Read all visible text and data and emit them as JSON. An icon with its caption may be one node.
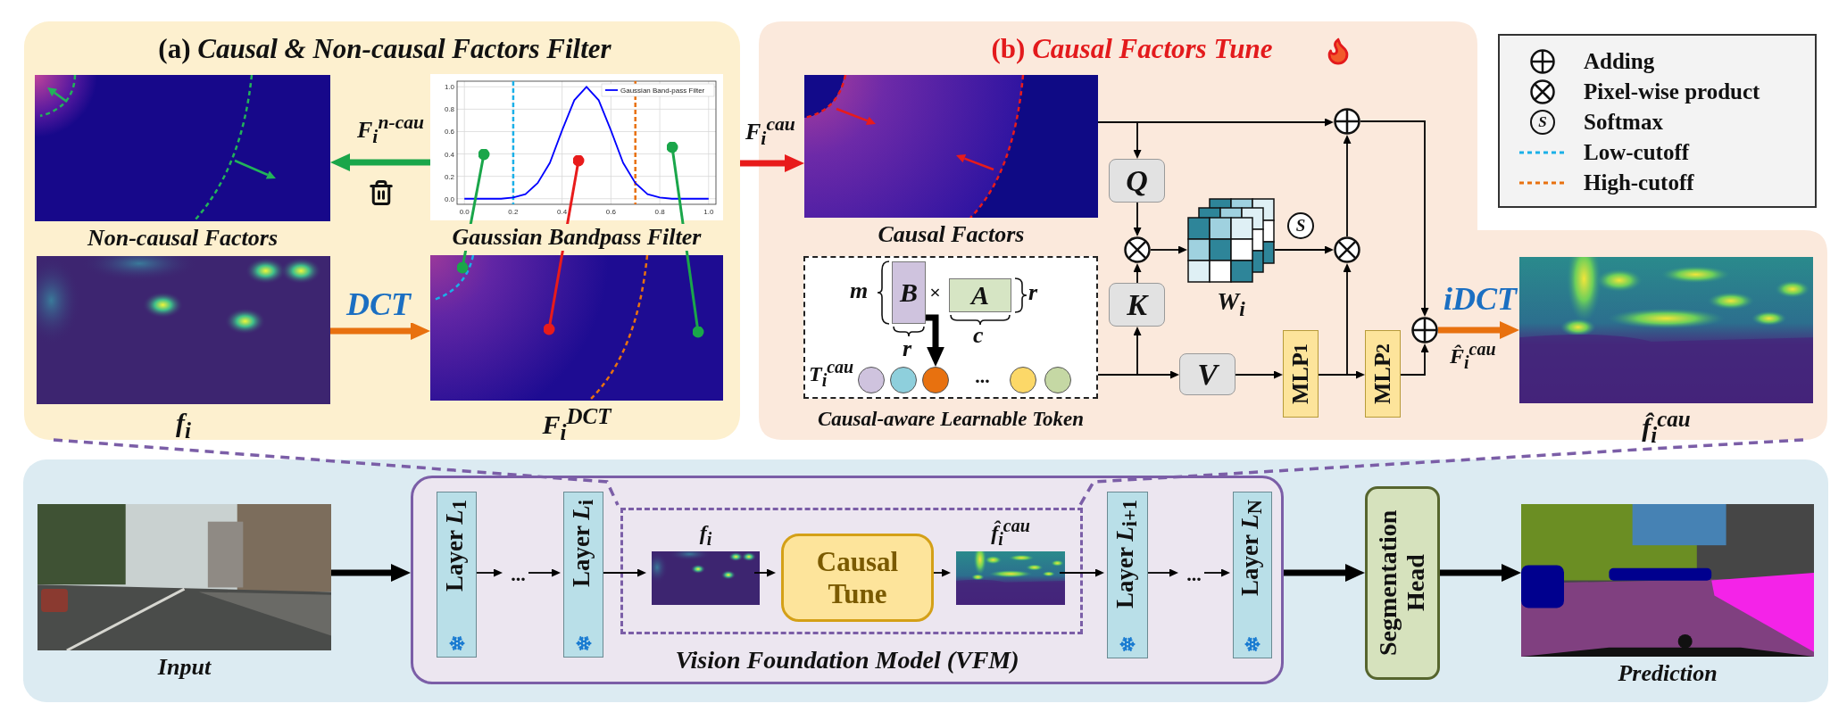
{
  "diagram": {
    "nodes": [
      {
        "text": [
          "(a) *Causal & Non-causal Factors Filter*"
        ]
      },
      {
        "text": [
          "Non-causal Factors"
        ],
        "in": 0
      },
      {
        "text": [
          "Gaussian Bandpass Filter"
        ],
        "in": 0
      },
      {
        "text": [
          "f$_{i}$"
        ],
        "in": 0
      },
      {
        "text": [
          "F$_{i}$$^{DCT}$"
        ],
        "in": 0
      },
      {
        "text": [
          "(b) *Causal Factors Tune*"
        ]
      },
      {
        "text": [
          "Causal Factors"
        ],
        "in": 5
      },
      {
        "text": [
          "Causal-aware Learnable Token"
        ],
        "in": 5
      },
      {
        "text": [
          "B"
        ],
        "in": 7
      },
      {
        "text": [
          "A"
        ],
        "in": 7
      },
      {
        "text": [],
        "shape": "circle",
        "in": 7
      },
      {
        "text": [],
        "shape": "circle",
        "in": 7
      },
      {
        "text": [],
        "shape": "circle",
        "in": 7
      },
      {
        "text": [],
        "shape": "circle",
        "in": 7
      },
      {
        "text": [],
        "shape": "circle",
        "in": 7
      },
      {
        "text": [
          "Q"
        ],
        "in": 5
      },
      {
        "text": [
          "K"
        ],
        "in": 5
      },
      {
        "text": [],
        "shape": "circle",
        "in": 5
      },
      {
        "text": [
          "W$_{i}$"
        ],
        "in": 5
      },
      {
        "text": [
          "S"
        ],
        "in": 5
      },
      {
        "text": [],
        "shape": "circle",
        "in": 5
      },
      {
        "text": [],
        "shape": "circle",
        "in": 5
      },
      {
        "text": [
          "V"
        ],
        "in": 5
      },
      {
        "text": [
          "MLP$_{1}$"
        ],
        "in": 5
      },
      {
        "text": [
          "MLP$_{2}$"
        ],
        "in": 5
      },
      {
        "text": [],
        "shape": "circle",
        "in": 5
      },
      {
        "text": [
          "f̂$_{i}$$^{cau}$"
        ],
        "in": 5
      },
      {
        "text": [],
        "shape": "box"
      },
      {
        "text": [
          "Input"
        ],
        "in": 27
      },
      {
        "text": [
          "Vision Foundation Model (VFM)"
        ],
        "in": 27
      },
      {
        "text": [
          "Layer *L*$_{1}$"
        ],
        "in": 29
      },
      {
        "text": [
          "..."
        ],
        "in": 29
      },
      {
        "text": [
          "Layer *L*$_{i}$"
        ],
        "in": 29
      },
      {
        "text": [],
        "shape": "box",
        "in": 29
      },
      {
        "text": [
          "f$_{i}$"
        ],
        "in": 33
      },
      {
        "text": [
          "Causal Tune"
        ],
        "in": 33
      },
      {
        "text": [
          "f̂$_{i}$$^{cau}$"
        ],
        "in": 33
      },
      {
        "text": [
          "Layer *L*$_{i+1}$"
        ],
        "in": 29
      },
      {
        "text": [
          "..."
        ],
        "in": 29
      },
      {
        "text": [
          "Layer *L*$_{N}$"
        ],
        "in": 29
      },
      {
        "text": [
          "Segmentation Head"
        ],
        "in": 27
      },
      {
        "text": [
          "Prediction"
        ],
        "in": 27
      }
    ],
    "edges": [
      {
        "from": 2,
        "to": 1,
        "arrow": "to",
        "label": "F$_{i}$$^{n-cau}$",
        "style": "thick",
        "color": "#1aa64a"
      },
      {
        "from": 3,
        "to": 4,
        "arrow": "to",
        "label": "DCT",
        "style": "thick",
        "color": "#e8710f"
      },
      {
        "from": 2,
        "to": 4,
        "arrow": "other",
        "color": "#1aa64a"
      },
      {
        "from": 2,
        "to": 4,
        "arrow": "other",
        "color": "#e81b1b"
      },
      {
        "from": 2,
        "to": 4,
        "arrow": "other",
        "color": "#1aa64a"
      },
      {
        "from": 0,
        "to": 6,
        "arrow": "to",
        "label": "F$_{i}$$^{cau}$",
        "style": "thick",
        "color": "#e81b1b"
      },
      {
        "from": 6,
        "to": 21,
        "arrow": "to"
      },
      {
        "from": 6,
        "to": 15,
        "arrow": "to"
      },
      {
        "from": 15,
        "to": 17,
        "arrow": "to"
      },
      {
        "from": 16,
        "to": 17,
        "arrow": "to"
      },
      {
        "from": 17,
        "to": 18,
        "arrow": "to"
      },
      {
        "from": 18,
        "to": 20,
        "arrow": "to"
      },
      {
        "from": 7,
        "to": 16,
        "arrow": "to"
      },
      {
        "from": 7,
        "to": 22,
        "arrow": "to"
      },
      {
        "from": 22,
        "to": 23,
        "arrow": "to"
      },
      {
        "from": 23,
        "to": 20,
        "arrow": "to"
      },
      {
        "from": 23,
        "to": 24,
        "arrow": "to"
      },
      {
        "from": 20,
        "to": 21,
        "arrow": "to"
      },
      {
        "from": 21,
        "to": 25,
        "arrow": "to"
      },
      {
        "from": 24,
        "to": 25,
        "arrow": "to"
      },
      {
        "from": 25,
        "to": 26,
        "arrow": "to",
        "label": "iDCT",
        "style": "thick",
        "color": "#e8710f"
      },
      {
        "from": 8,
        "to": 12,
        "arrow": "to",
        "style": "thick"
      },
      {
        "from": 28,
        "to": 29,
        "arrow": "to",
        "style": "thick"
      },
      {
        "from": 30,
        "to": 31,
        "arrow": "to"
      },
      {
        "from": 31,
        "to": 32,
        "arrow": "to"
      },
      {
        "from": 32,
        "to": 34,
        "arrow": "to"
      },
      {
        "from": 34,
        "to": 35,
        "arrow": "to"
      },
      {
        "from": 35,
        "to": 36,
        "arrow": "to"
      },
      {
        "from": 36,
        "to": 37,
        "arrow": "to"
      },
      {
        "from": 37,
        "to": 38,
        "arrow": "to"
      },
      {
        "from": 38,
        "to": 39,
        "arrow": "to"
      },
      {
        "from": 29,
        "to": 40,
        "arrow": "to",
        "style": "thick"
      },
      {
        "from": 40,
        "to": 41,
        "arrow": "to",
        "style": "thick"
      },
      {
        "from": 0,
        "to": 33,
        "arrow": "none",
        "style": "dashed",
        "color": "#7b5ea7"
      },
      {
        "from": 5,
        "to": 33,
        "arrow": "none",
        "style": "dashed",
        "color": "#7b5ea7"
      }
    ],
    "labels": [
      "m",
      "×",
      "r",
      "r",
      "c",
      "T$_{i}$$^{cau}$",
      "...",
      "F̂$_{i}$$^{cau}$",
      "S"
    ],
    "legend": [
      {
        "text": "Adding"
      },
      {
        "text": "Pixel-wise product"
      },
      {
        "text": "Softmax"
      },
      {
        "text": "Low-cutoff"
      },
      {
        "text": "High-cutoff"
      }
    ],
    "chart_data": {
      "type": "line",
      "x": [
        0,
        0.05,
        0.1,
        0.15,
        0.2,
        0.25,
        0.3,
        0.35,
        0.4,
        0.45,
        0.5,
        0.55,
        0.6,
        0.65,
        0.7,
        0.75,
        0.8,
        0.85,
        0.9,
        0.95,
        1
      ],
      "series": [
        {
          "name": "Gaussian Band-pass Filter",
          "color": "#0000ff",
          "values": [
            0,
            0,
            0,
            0,
            0.01,
            0.04,
            0.14,
            0.32,
            0.61,
            0.88,
            1,
            0.88,
            0.61,
            0.32,
            0.14,
            0.04,
            0.01,
            0,
            0,
            0,
            0
          ]
        }
      ],
      "xlim": [
        -0.03,
        1.03
      ],
      "ylim": [
        -0.05,
        1.05
      ],
      "xticks": [
        {
          "value": 0,
          "label": "0.0"
        },
        {
          "value": 0.2,
          "label": "0.2"
        },
        {
          "value": 0.4,
          "label": "0.4"
        },
        {
          "value": 0.6,
          "label": "0.6"
        },
        {
          "value": 0.8,
          "label": "0.8"
        },
        {
          "value": 1,
          "label": "1.0"
        }
      ],
      "yticks": [
        {
          "value": 0,
          "label": "0.0"
        },
        {
          "value": 0.2,
          "label": "0.2"
        },
        {
          "value": 0.4,
          "label": "0.4"
        },
        {
          "value": 0.6,
          "label": "0.6"
        },
        {
          "value": 0.8,
          "label": "0.8"
        },
        {
          "value": 1,
          "label": "1.0"
        }
      ],
      "grid": true,
      "ref_lines": [
        {
          "axis": "x",
          "value": 0.2,
          "color": "#1ab0e8"
        },
        {
          "axis": "x",
          "value": 0.7,
          "color": "#e8710f"
        }
      ]
    }
  }
}
